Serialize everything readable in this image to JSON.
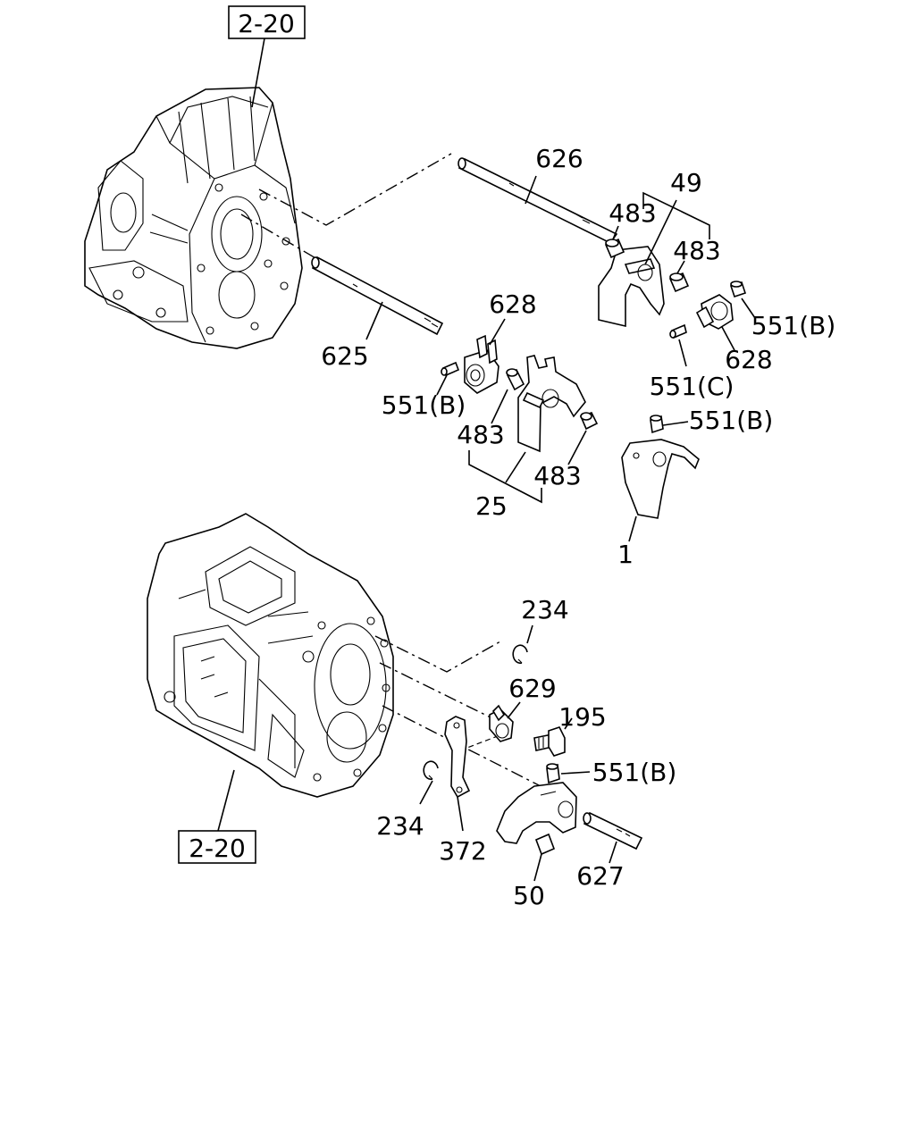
{
  "diagram": {
    "references": [
      "2-20",
      "2-20"
    ],
    "labels": {
      "l626": "626",
      "l49": "49",
      "l483a": "483",
      "l483b": "483",
      "l628a": "628",
      "l628b": "628",
      "l551b_a": "551(B)",
      "l625": "625",
      "l551b_b": "551(B)",
      "l551c": "551(C)",
      "l483c": "483",
      "l483d": "483",
      "l551b_c": "551(B)",
      "l25": "25",
      "l1": "1",
      "l234a": "234",
      "l629": "629",
      "l195": "195",
      "l551b_d": "551(B)",
      "l234b": "234",
      "l372": "372",
      "l627": "627",
      "l50": "50"
    }
  }
}
